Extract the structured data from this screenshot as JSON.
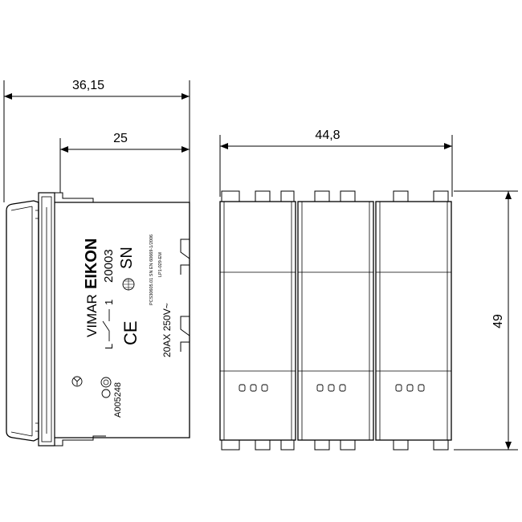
{
  "dimensions": {
    "side_total_width": "36,15",
    "side_body_depth": "25",
    "front_width": "44,8",
    "front_height": "49"
  },
  "side_labels": {
    "brand": "EIKON",
    "code": "20003",
    "maker": "VIMAR",
    "module_mark": "SN",
    "circuit": "L",
    "circuit_num": "1",
    "ce_mark": "CE",
    "rating": "20AX 250V~",
    "standard_1": "PCS30605.01 SN EN 60669-1/2006",
    "standard_2": "LP1-029-EM",
    "serial": "A005248"
  },
  "front": {
    "module_count": 3,
    "leds_per_module": 3
  }
}
